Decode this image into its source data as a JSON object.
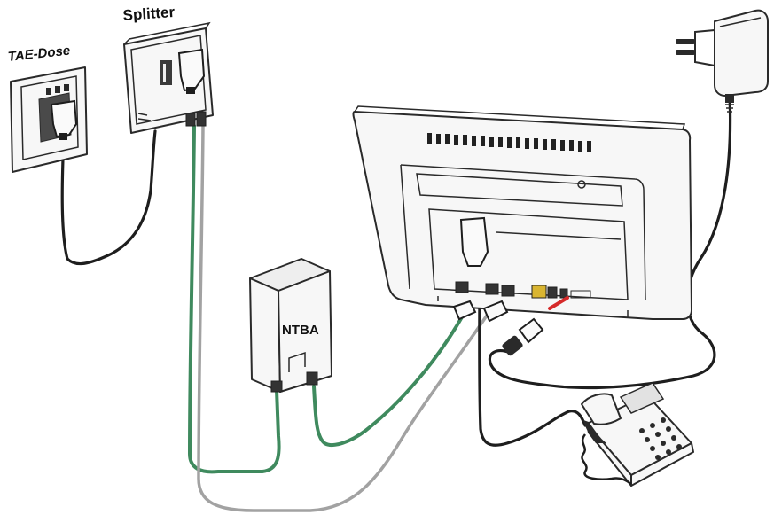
{
  "labels": {
    "tae": "TAE-Dose",
    "splitter": "Splitter",
    "ntba": "NTBA"
  },
  "colors": {
    "outline": "#2a2a2a",
    "device_fill": "#f7f7f7",
    "cable_black": "#1e1e1e",
    "cable_green": "#3f8a5e",
    "cable_gray": "#a2a2a2",
    "cable_red": "#d62a2a",
    "plug_yellow": "#d9b531"
  },
  "icons": [
    "wall-socket-icon",
    "splitter-box-icon",
    "ntba-box-icon",
    "router-icon",
    "power-adapter-icon",
    "telephone-icon"
  ]
}
